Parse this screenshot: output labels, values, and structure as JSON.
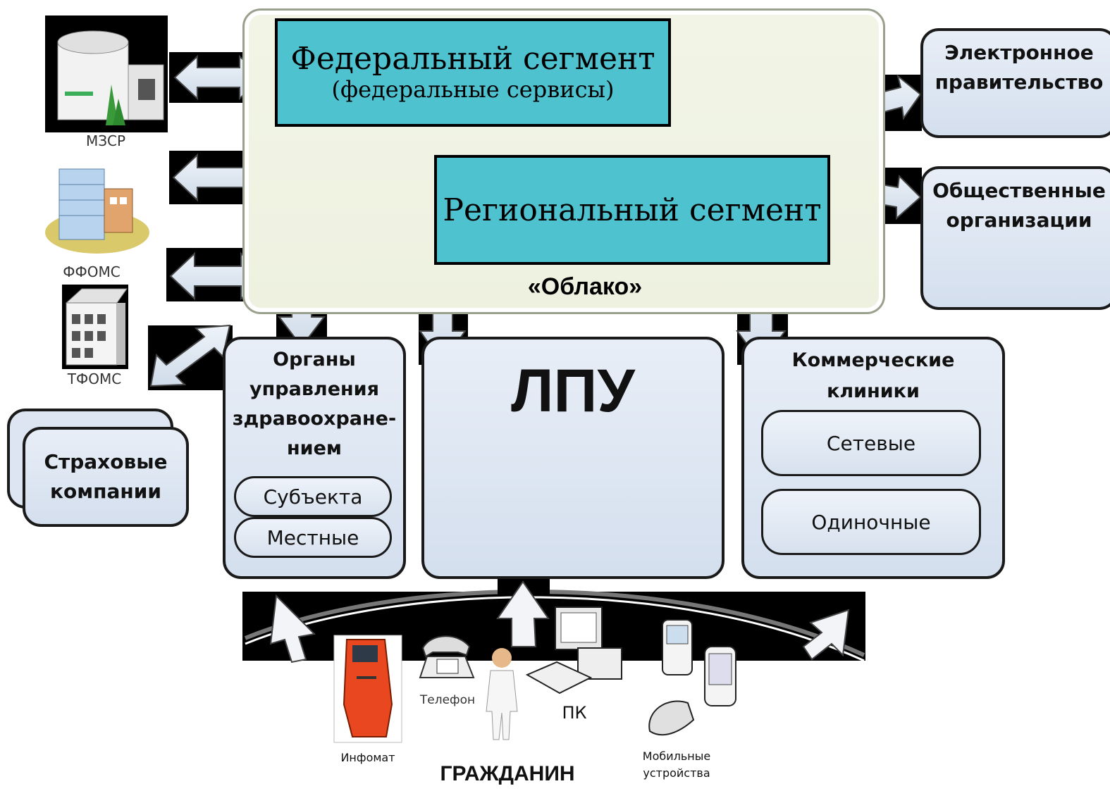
{
  "cloud": {
    "label": "«Облако»"
  },
  "federal": {
    "title": "Федеральный сегмент",
    "subtitle": "(федеральные сервисы)"
  },
  "regional": {
    "title": "Региональный сегмент"
  },
  "right_boxes": [
    {
      "line1": "Электронное",
      "line2": "правительство"
    },
    {
      "line1": "Общественные",
      "line2": "организации"
    }
  ],
  "left_entities": [
    {
      "caption": "МЗСР",
      "icon": "government-building-icon"
    },
    {
      "caption": "ФФОМС",
      "icon": "office-tower-icon"
    },
    {
      "caption": "ТФОМС",
      "icon": "small-office-building-icon"
    }
  ],
  "insurance": {
    "line1": "Страховые",
    "line2": "компании"
  },
  "health_authorities": {
    "lines": [
      "Органы",
      "управления",
      "здравоохране-",
      "нием"
    ],
    "items": [
      "Субъекта",
      "Местные"
    ]
  },
  "lpu": {
    "label": "ЛПУ"
  },
  "commercial": {
    "lines": [
      "Коммерческие",
      "клиники"
    ],
    "items": [
      "Сетевые",
      "Одиночные"
    ]
  },
  "devices": [
    {
      "caption": "Инфомат",
      "icon": "kiosk-icon"
    },
    {
      "caption": "Телефон",
      "icon": "telephone-icon"
    },
    {
      "caption": "ПК",
      "icon": "desktop-computer-icon"
    },
    {
      "caption_line1": "Мобильные",
      "caption_line2": "устройства",
      "icon": "mobile-phone-icon"
    }
  ],
  "citizen": {
    "label": "ГРАЖДАНИН",
    "icon": "person-icon"
  },
  "colors": {
    "segment": "#4fc2d0",
    "box": "#dce5f1",
    "cloud": "#f0f3e3",
    "arrow_fill": "#dde6f0"
  }
}
